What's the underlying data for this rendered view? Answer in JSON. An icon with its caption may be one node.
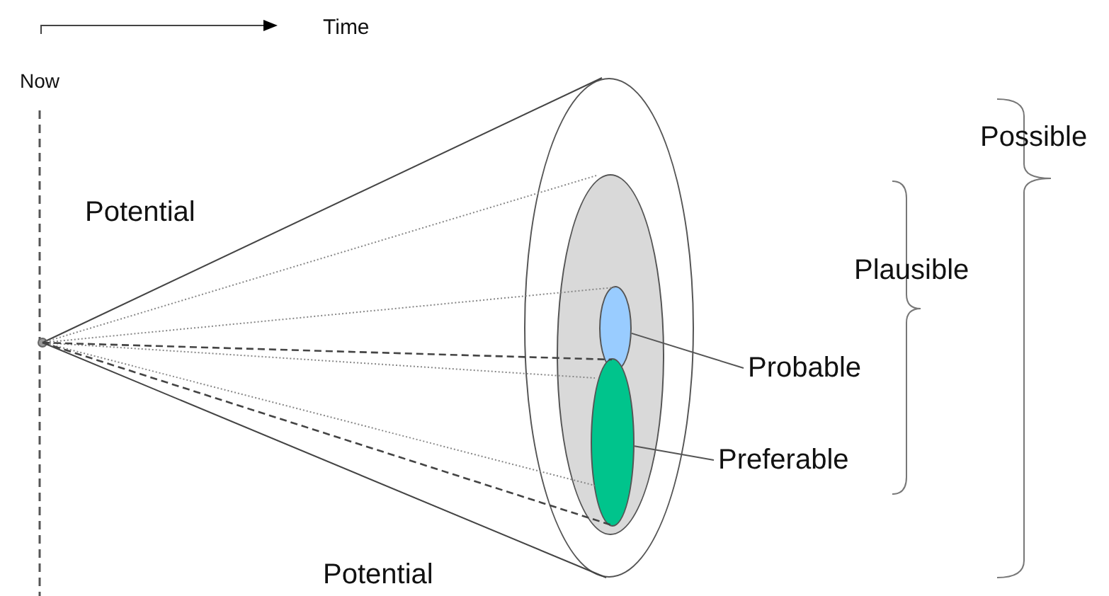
{
  "diagram": {
    "nodes": [
      {
        "text": [],
        "shape": "ellipse"
      },
      {
        "text": [],
        "shape": "ellipse",
        "in": 0
      },
      {
        "text": [],
        "shape": "ellipse",
        "in": 1
      },
      {
        "text": [],
        "shape": "ellipse",
        "in": 1
      },
      {
        "text": [
          "Probable"
        ]
      },
      {
        "text": [
          "Preferable"
        ]
      }
    ],
    "edges": [
      {
        "from": 4,
        "to": 2,
        "arrow": "none"
      },
      {
        "from": 5,
        "to": 3,
        "arrow": "none"
      }
    ],
    "labels": [
      "Time",
      "Now",
      "Possible",
      "Potential",
      "Plausible",
      "Potential"
    ]
  }
}
